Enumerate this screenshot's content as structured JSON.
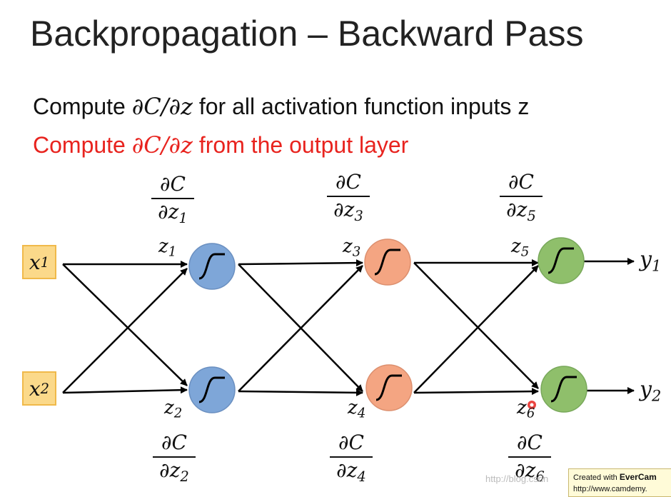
{
  "title": "Backpropagation – Backward Pass",
  "line1": {
    "prefix": "Compute ",
    "math": "∂C/∂z",
    "suffix": " for all activation function inputs z"
  },
  "line2": {
    "prefix": "Compute ",
    "math": "∂C/∂z",
    "suffix": " from the output layer"
  },
  "inputs": [
    {
      "sym": "x",
      "sub": "1"
    },
    {
      "sym": "x",
      "sub": "2"
    }
  ],
  "outputs": [
    {
      "sym": "y",
      "sub": "1"
    },
    {
      "sym": "y",
      "sub": "2"
    }
  ],
  "z_labels": [
    {
      "sym": "z",
      "sub": "1"
    },
    {
      "sym": "z",
      "sub": "2"
    },
    {
      "sym": "z",
      "sub": "3"
    },
    {
      "sym": "z",
      "sub": "4"
    },
    {
      "sym": "z",
      "sub": "5"
    },
    {
      "sym": "z",
      "sub": "6"
    }
  ],
  "grads": [
    {
      "num": "∂C",
      "den": "∂z",
      "sub": "1"
    },
    {
      "num": "∂C",
      "den": "∂z",
      "sub": "2"
    },
    {
      "num": "∂C",
      "den": "∂z",
      "sub": "3"
    },
    {
      "num": "∂C",
      "den": "∂z",
      "sub": "4"
    },
    {
      "num": "∂C",
      "den": "∂z",
      "sub": "5"
    },
    {
      "num": "∂C",
      "den": "∂z",
      "sub": "6"
    }
  ],
  "colors": {
    "layer1": "#7ea6d8",
    "layer2": "#f4a582",
    "layer3": "#8fbf6b",
    "input_box": "#fbd98a",
    "highlight": "#e8231e"
  },
  "watermark": "http://blog.csdn",
  "badge": {
    "line1_prefix": "Created with ",
    "line1_brand": "EverCam",
    "line2": "http://www.camdemy."
  }
}
